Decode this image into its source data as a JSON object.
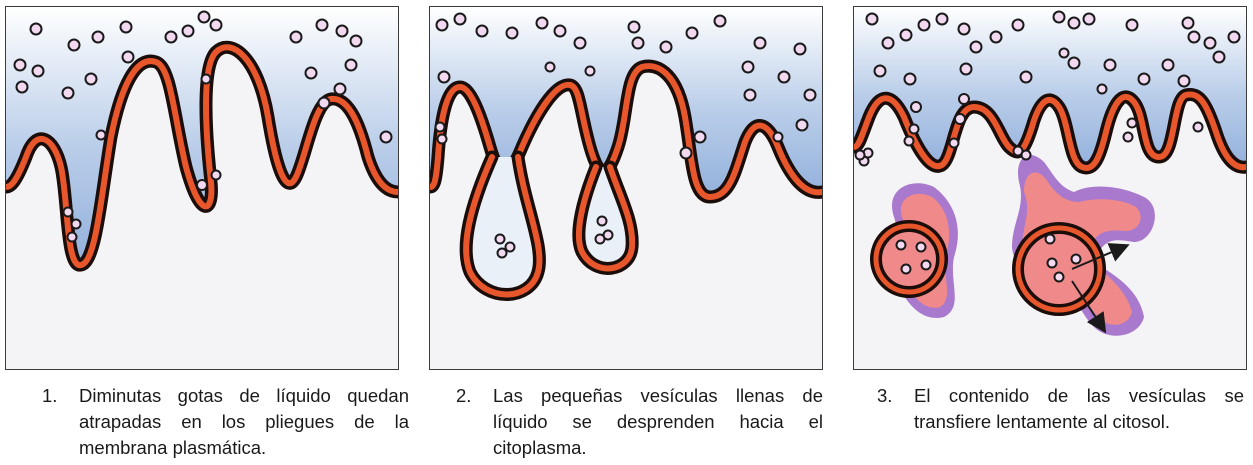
{
  "panels": [
    {
      "number": "1.",
      "caption": "Diminutas gotas de líquido quedan atrapadas en los pliegues de la membrana plasmática."
    },
    {
      "number": "2.",
      "caption": "Las pequeñas vesículas llenas de líquido se desprenden hacia el citoplasma."
    },
    {
      "number": "3.",
      "caption": "El contenido de las vesículas se transfiere lentamente al citosol."
    }
  ],
  "colors": {
    "membrane_outer": "#1a0d0a",
    "membrane_inner": "#e8562b",
    "extracellular_top": "#ffffff",
    "extracellular_bottom": "#9fbbe0",
    "cytoplasm": "#f3f2f5",
    "vesicle_fill": "#f08a8a",
    "cytosol_halo": "#9a63c4",
    "particle_fill": "#f2d9f0"
  }
}
